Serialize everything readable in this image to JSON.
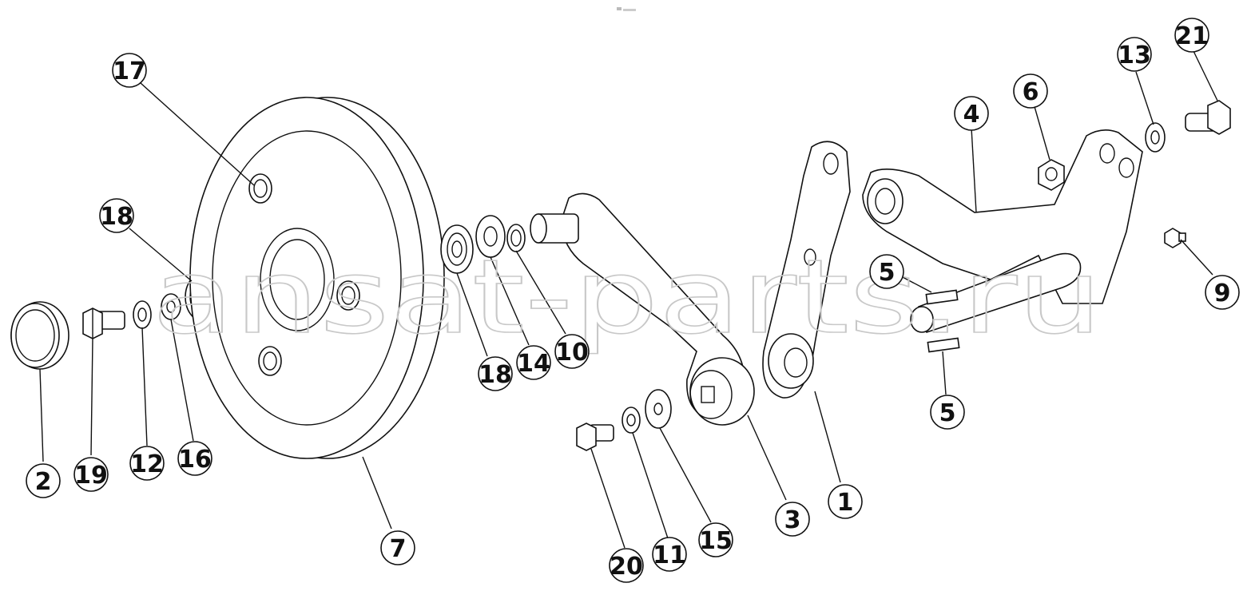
{
  "watermark": "ansat-parts.ru",
  "callouts": [
    {
      "label": "17"
    },
    {
      "label": "18"
    },
    {
      "label": "2"
    },
    {
      "label": "19"
    },
    {
      "label": "12"
    },
    {
      "label": "16"
    },
    {
      "label": "7"
    },
    {
      "label": "18"
    },
    {
      "label": "14"
    },
    {
      "label": "10"
    },
    {
      "label": "20"
    },
    {
      "label": "11"
    },
    {
      "label": "15"
    },
    {
      "label": "3"
    },
    {
      "label": "1"
    },
    {
      "label": "5"
    },
    {
      "label": "5"
    },
    {
      "label": "4"
    },
    {
      "label": "6"
    },
    {
      "label": "13"
    },
    {
      "label": "21"
    },
    {
      "label": "9"
    }
  ]
}
